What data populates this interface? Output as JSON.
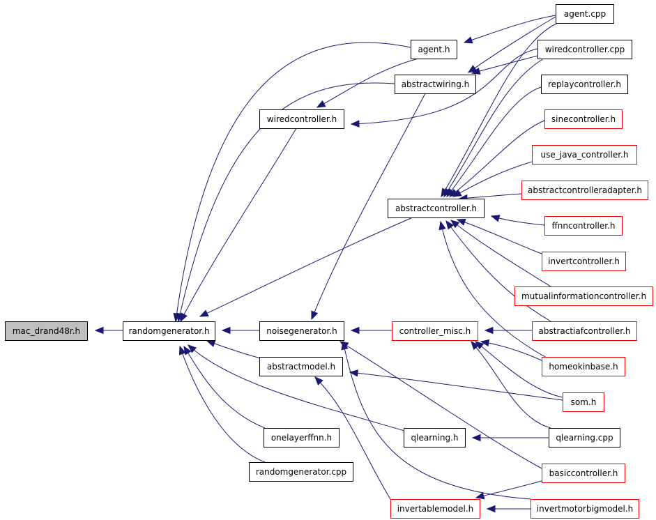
{
  "graph": {
    "colors": {
      "edge": "#191970",
      "node_border_default": "#000000",
      "node_border_undocumented": "#ff0000",
      "node_fill_root": "#bfbfbf",
      "node_fill": "#ffffff"
    },
    "nodes": [
      {
        "id": "mac",
        "label": "mac_drand48r.h",
        "kind": "root"
      },
      {
        "id": "rg",
        "label": "randomgenerator.h",
        "kind": "default"
      },
      {
        "id": "agent_h",
        "label": "agent.h",
        "kind": "default"
      },
      {
        "id": "abswiring",
        "label": "abstractwiring.h",
        "kind": "default"
      },
      {
        "id": "wiredctrl",
        "label": "wiredcontroller.h",
        "kind": "default"
      },
      {
        "id": "noisegen",
        "label": "noisegenerator.h",
        "kind": "default"
      },
      {
        "id": "absmodel",
        "label": "abstractmodel.h",
        "kind": "default"
      },
      {
        "id": "onelayer",
        "label": "onelayerffnn.h",
        "kind": "default"
      },
      {
        "id": "rgcpp",
        "label": "randomgenerator.cpp",
        "kind": "default"
      },
      {
        "id": "qlearn_h",
        "label": "qlearning.h",
        "kind": "default"
      },
      {
        "id": "invmodel",
        "label": "invertablemodel.h",
        "kind": "undocumented"
      },
      {
        "id": "ctrlmisc",
        "label": "controller_misc.h",
        "kind": "undocumented"
      },
      {
        "id": "absctrl",
        "label": "abstractcontroller.h",
        "kind": "default"
      },
      {
        "id": "agentcpp",
        "label": "agent.cpp",
        "kind": "default"
      },
      {
        "id": "wiredcpp",
        "label": "wiredcontroller.cpp",
        "kind": "default"
      },
      {
        "id": "replay",
        "label": "replaycontroller.h",
        "kind": "default"
      },
      {
        "id": "sine",
        "label": "sinecontroller.h",
        "kind": "undocumented"
      },
      {
        "id": "usejava",
        "label": "use_java_controller.h",
        "kind": "undocumented"
      },
      {
        "id": "absadapter",
        "label": "abstractcontrolleradapter.h",
        "kind": "undocumented"
      },
      {
        "id": "ffnn",
        "label": "ffnncontroller.h",
        "kind": "undocumented"
      },
      {
        "id": "invert",
        "label": "invertcontroller.h",
        "kind": "undocumented"
      },
      {
        "id": "mutual",
        "label": "mutualinformationcontroller.h",
        "kind": "undocumented"
      },
      {
        "id": "absiaf",
        "label": "abstractiafcontroller.h",
        "kind": "undocumented"
      },
      {
        "id": "homeo",
        "label": "homeokinbase.h",
        "kind": "undocumented"
      },
      {
        "id": "som",
        "label": "som.h",
        "kind": "undocumented"
      },
      {
        "id": "qlearncpp",
        "label": "qlearning.cpp",
        "kind": "default"
      },
      {
        "id": "basic",
        "label": "basiccontroller.h",
        "kind": "undocumented"
      },
      {
        "id": "invmotor",
        "label": "invertmotorbigmodel.h",
        "kind": "undocumented"
      }
    ],
    "edges": [
      {
        "from": "rg",
        "to": "mac"
      },
      {
        "from": "agent_h",
        "to": "rg"
      },
      {
        "from": "abswiring",
        "to": "rg"
      },
      {
        "from": "wiredctrl",
        "to": "rg"
      },
      {
        "from": "noisegen",
        "to": "rg"
      },
      {
        "from": "absmodel",
        "to": "rg"
      },
      {
        "from": "onelayer",
        "to": "rg"
      },
      {
        "from": "rgcpp",
        "to": "rg"
      },
      {
        "from": "qlearn_h",
        "to": "rg"
      },
      {
        "from": "absctrl",
        "to": "rg"
      },
      {
        "from": "agentcpp",
        "to": "agent_h"
      },
      {
        "from": "agent_h",
        "to": "wiredctrl"
      },
      {
        "from": "wiredcpp",
        "to": "abswiring"
      },
      {
        "from": "agentcpp",
        "to": "abswiring"
      },
      {
        "from": "wiredcpp",
        "to": "wiredctrl"
      },
      {
        "from": "abswiring",
        "to": "noisegen"
      },
      {
        "from": "agentcpp",
        "to": "absctrl"
      },
      {
        "from": "wiredcpp",
        "to": "absctrl"
      },
      {
        "from": "replay",
        "to": "absctrl"
      },
      {
        "from": "sine",
        "to": "absctrl"
      },
      {
        "from": "usejava",
        "to": "absctrl"
      },
      {
        "from": "absadapter",
        "to": "absctrl"
      },
      {
        "from": "ffnn",
        "to": "absctrl"
      },
      {
        "from": "invert",
        "to": "absctrl"
      },
      {
        "from": "mutual",
        "to": "absctrl"
      },
      {
        "from": "absiaf",
        "to": "absctrl"
      },
      {
        "from": "homeo",
        "to": "absctrl"
      },
      {
        "from": "ctrlmisc",
        "to": "noisegen"
      },
      {
        "from": "absiaf",
        "to": "ctrlmisc"
      },
      {
        "from": "homeo",
        "to": "ctrlmisc"
      },
      {
        "from": "som",
        "to": "ctrlmisc"
      },
      {
        "from": "qlearncpp",
        "to": "ctrlmisc"
      },
      {
        "from": "basic",
        "to": "noisegen"
      },
      {
        "from": "invmotor",
        "to": "noisegen"
      },
      {
        "from": "som",
        "to": "absmodel"
      },
      {
        "from": "qlearncpp",
        "to": "qlearn_h"
      },
      {
        "from": "invmotor",
        "to": "absmodel"
      },
      {
        "from": "basic",
        "to": "invmodel"
      },
      {
        "from": "invmotor",
        "to": "invmodel"
      }
    ]
  }
}
